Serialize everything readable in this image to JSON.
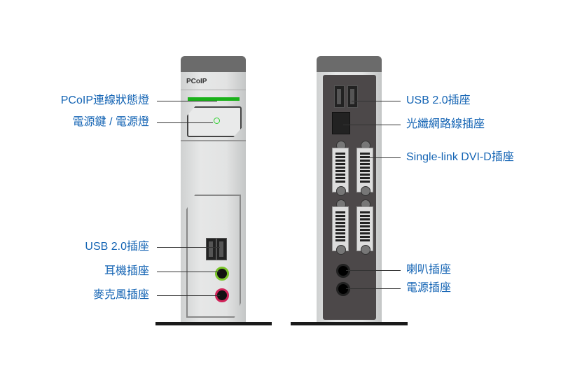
{
  "front": {
    "logo": "PCoIP",
    "labels": [
      "PCoIP連線狀態燈",
      "電源鍵 / 電源燈",
      "USB 2.0插座",
      "耳機插座",
      "麥克風插座"
    ]
  },
  "back": {
    "labels": [
      "USB 2.0插座",
      "光纖網路線插座",
      "Single-link DVI-D插座",
      "喇叭插座",
      "電源插座"
    ]
  },
  "colors": {
    "label": "#1464b4",
    "status_led": "#19b119",
    "headphone": "#7ac52a",
    "mic": "#d1245a"
  }
}
